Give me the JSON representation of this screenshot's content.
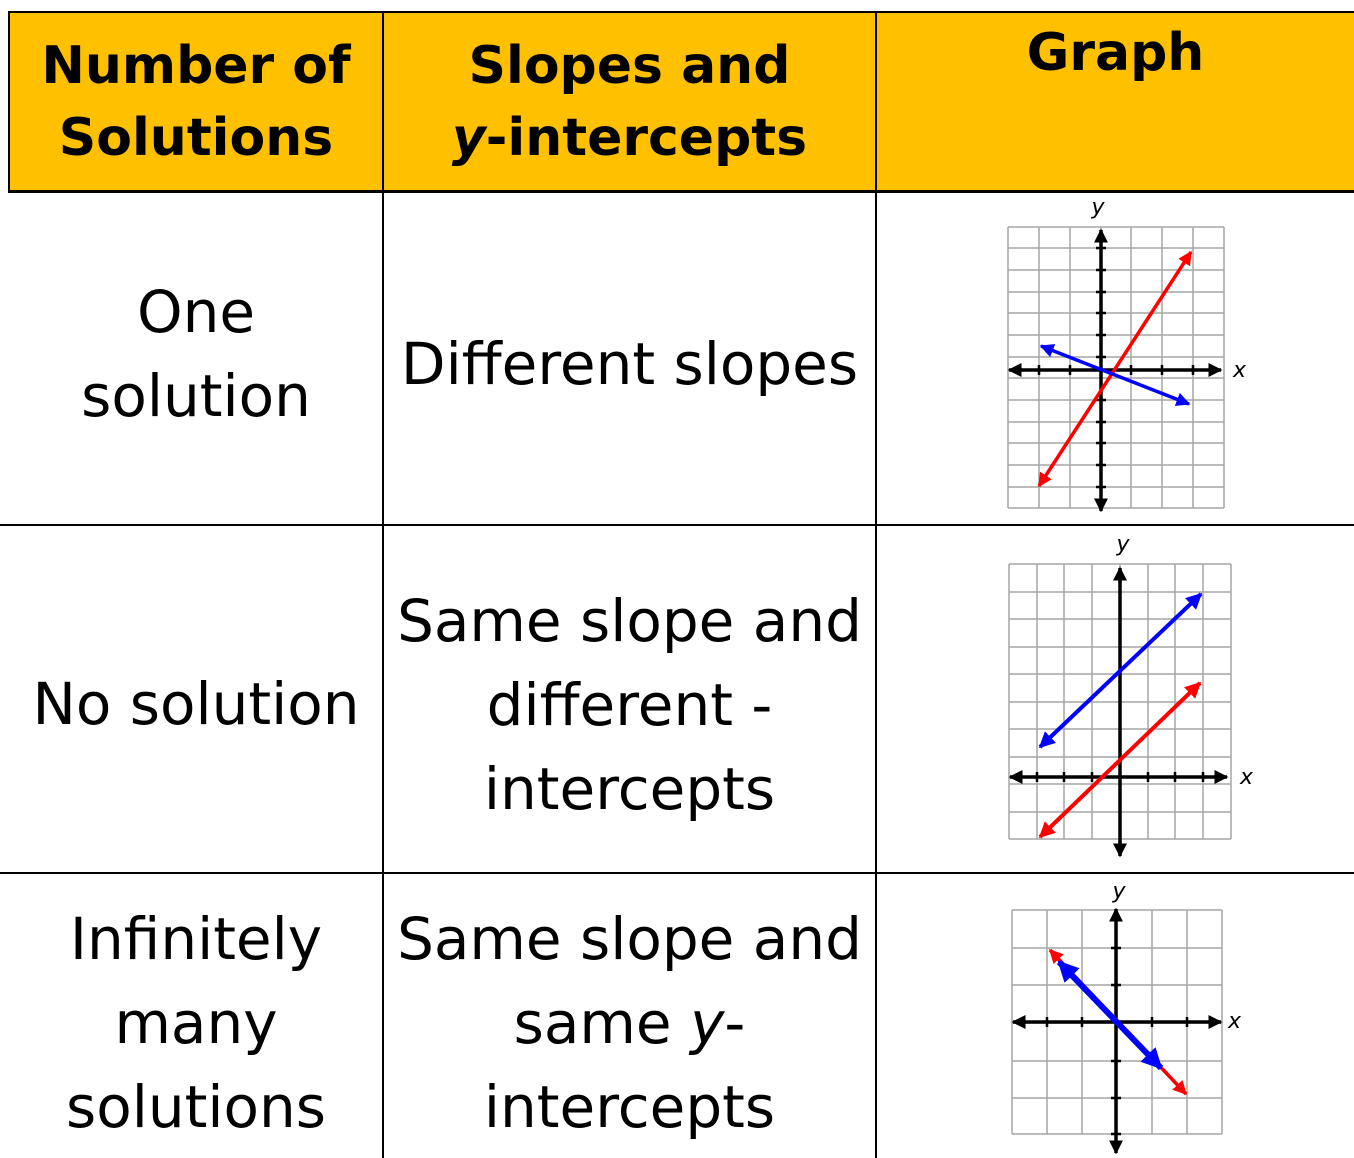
{
  "header": {
    "col1_line1": "Number of",
    "col1_line2": "Solutions",
    "col2_line1": "Slopes and",
    "col2_y": "y",
    "col2_rest": "-intercepts",
    "col3": "Graph"
  },
  "rows": [
    {
      "solutions_lines": [
        "One",
        "solution"
      ],
      "slopes_lines": [
        "Different slopes"
      ]
    },
    {
      "solutions_lines": [
        "No solution"
      ],
      "slopes_lines": [
        "Same slope and",
        "different -",
        "intercepts"
      ]
    },
    {
      "solutions_lines": [
        "Infinitely",
        "many",
        "solutions"
      ],
      "slopes_line1": "Same slope and",
      "slopes_line2_pre": "same ",
      "slopes_line2_y": "y",
      "slopes_line2_post": "-",
      "slopes_line3": "intercepts"
    }
  ],
  "graphs": {
    "axis_x_label": "x",
    "axis_y_label": "y"
  },
  "colors": {
    "header_fill": "#FFC000",
    "border": "#000000",
    "grid": "#A6A6A6",
    "line_red": "#FF0000",
    "line_blue": "#0000FF"
  }
}
